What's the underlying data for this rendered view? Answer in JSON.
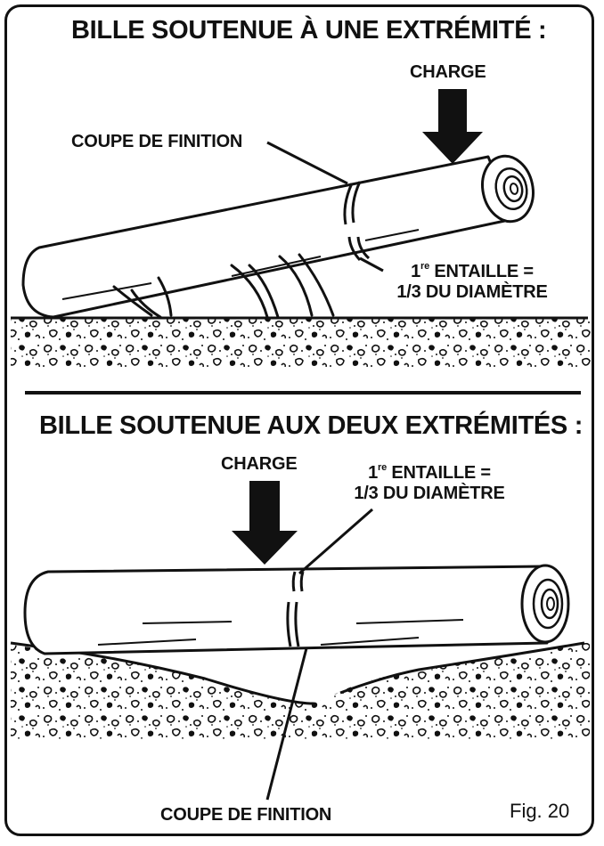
{
  "top": {
    "heading": "BILLE SOUTENUE À UNE EXTRÉMITÉ  :",
    "charge_label": "CHARGE",
    "finish_cut_label": "COUPE DE FINITION",
    "first_cut_line1_num": "1",
    "first_cut_line1_sup": "re",
    "first_cut_line1_rest": " ENTAILLE =",
    "first_cut_line2": "1/3 DU DIAMÈTRE"
  },
  "bottom": {
    "heading": "BILLE SOUTENUE AUX DEUX EXTRÉMITÉS  :",
    "charge_label": "CHARGE",
    "first_cut_line1_num": "1",
    "first_cut_line1_sup": "re",
    "first_cut_line1_rest": " ENTAILLE =",
    "first_cut_line2": "1/3 DU DIAMÈTRE",
    "finish_cut_label": "COUPE DE FINITION"
  },
  "figure_number": "Fig. 20",
  "colors": {
    "ink": "#111111",
    "paper": "#ffffff"
  }
}
